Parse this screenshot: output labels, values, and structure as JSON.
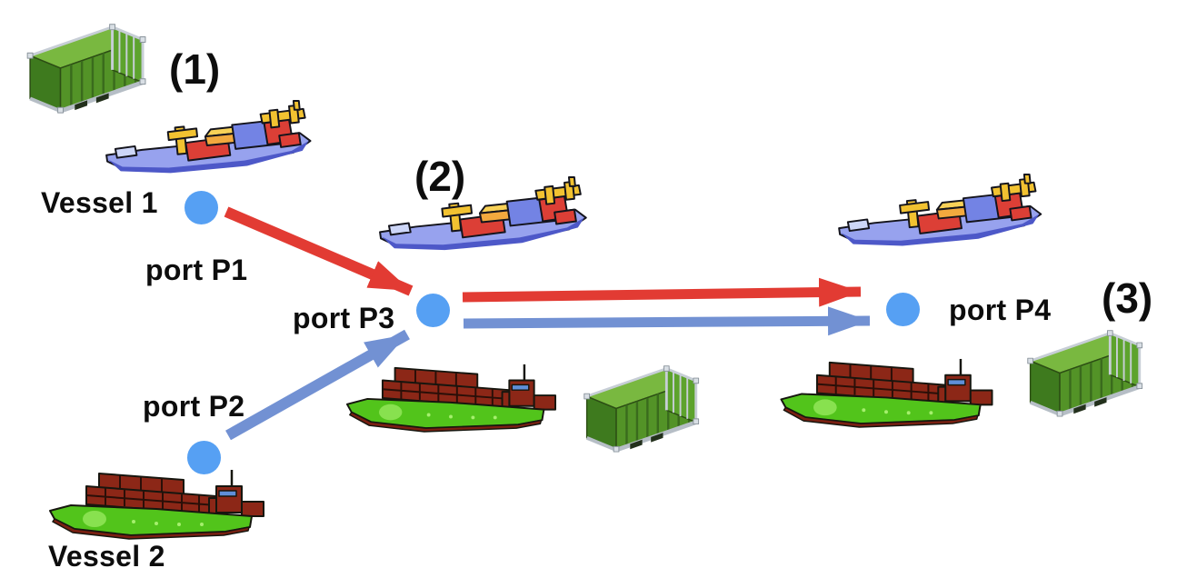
{
  "diagram": {
    "annotations": {
      "a1": "(1)",
      "a2": "(2)",
      "a3": "(3)"
    },
    "vessel_labels": {
      "vessel1": "Vessel 1",
      "vessel2": "Vessel 2"
    },
    "port_labels": {
      "p1": "port P1",
      "p2": "port P2",
      "p3": "port P3",
      "p4": "port P4"
    },
    "routes": [
      {
        "from": "port P1",
        "to": "port P3",
        "color": "red"
      },
      {
        "from": "port P2",
        "to": "port P3",
        "color": "blue"
      },
      {
        "from": "port P3",
        "to": "port P4",
        "color": "red"
      },
      {
        "from": "port P3",
        "to": "port P4",
        "color": "blue"
      }
    ],
    "icons": {
      "cargo_ship": "cargo-ship-icon",
      "barge": "container-barge-icon",
      "container": "shipping-container-icon",
      "port_node": "port-node-dot"
    },
    "colors": {
      "route_red": "#e23b33",
      "route_blue": "#7291d3",
      "port_dot": "#56a0f3",
      "text": "#0d0d0d",
      "background": "#ffffff"
    }
  }
}
